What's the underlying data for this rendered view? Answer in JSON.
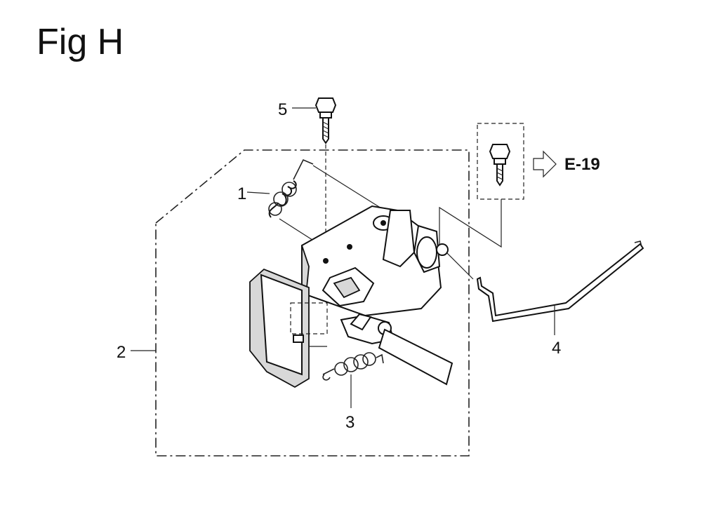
{
  "figure": {
    "title": "Fig H"
  },
  "callouts": [
    {
      "id": "1",
      "label": "1"
    },
    {
      "id": "2",
      "label": "2"
    },
    {
      "id": "3",
      "label": "3"
    },
    {
      "id": "4",
      "label": "4"
    },
    {
      "id": "5",
      "label": "5"
    }
  ],
  "reference": {
    "label": "E-19"
  }
}
